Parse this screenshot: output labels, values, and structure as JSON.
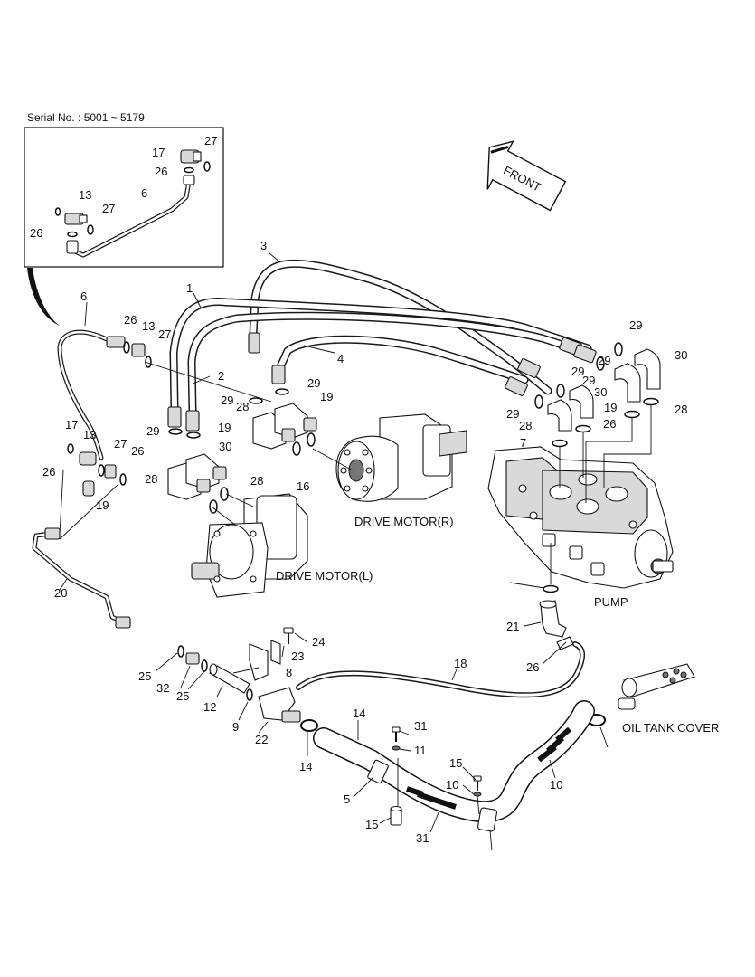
{
  "serial_note": "Serial No. : 5001 ~ 5179",
  "front_label": "FRONT",
  "component_labels": {
    "drive_motor_r": "DRIVE MOTOR(R)",
    "drive_motor_l": "DRIVE MOTOR(L)",
    "pump": "PUMP",
    "oil_tank_cover": "OIL TANK COVER"
  },
  "callouts": [
    "17",
    "27",
    "26",
    "13",
    "6",
    "27",
    "26",
    "3",
    "1",
    "6",
    "26",
    "13",
    "27",
    "4",
    "29",
    "30",
    "2",
    "29",
    "19",
    "29",
    "29",
    "30",
    "29",
    "19",
    "29",
    "28",
    "29",
    "29",
    "19",
    "28",
    "26",
    "17",
    "13",
    "27",
    "26",
    "26",
    "19",
    "30",
    "28",
    "28",
    "28",
    "7",
    "16",
    "20",
    "21",
    "24",
    "23",
    "8",
    "26",
    "18",
    "25",
    "32",
    "25",
    "12",
    "9",
    "22",
    "14",
    "31",
    "11",
    "14",
    "15",
    "10",
    "5",
    "10",
    "15",
    "31"
  ]
}
